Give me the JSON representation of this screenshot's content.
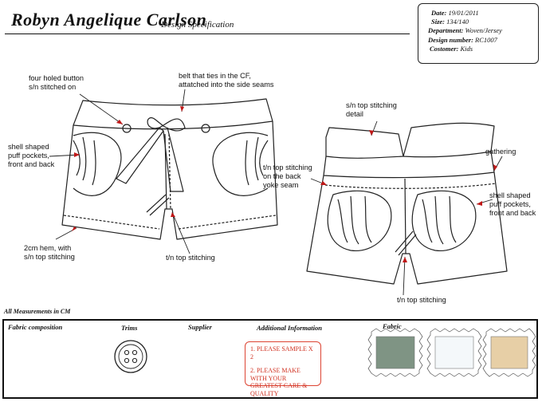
{
  "header": {
    "designer": "Robyn Angelique Carlson",
    "subtitle": "Design Specification"
  },
  "info": {
    "date_label": "Date:",
    "date": "19/01/2011",
    "size_label": "Size:",
    "size": "134/140",
    "department_label": "Department:",
    "department": "Woven/Jersey",
    "design_number_label": "Design number:",
    "design_number": "RC1007",
    "customer_label": "Costomer:",
    "customer": "Kids"
  },
  "annotations": {
    "button": [
      "four holed button",
      "s/n stitched on"
    ],
    "belt": [
      "belt that ties in the CF,",
      "attatched into the side seams"
    ],
    "pocket_front": [
      "shell shaped",
      "puff pockets,",
      "front and back"
    ],
    "hem": [
      "2cm hem, with",
      "s/n top stitching"
    ],
    "tn_front": "t/n top stitching",
    "sn_detail": [
      "s/n top stitching",
      "detail"
    ],
    "yoke": [
      "t/n top stitching",
      "on the back",
      "yoke seam"
    ],
    "gathering": "gathering",
    "pocket_back": [
      "shell shaped",
      "puff pockets,",
      "front and back"
    ],
    "tn_back": "t/n top stitching"
  },
  "footer": {
    "measurements_note": "All Measurements in CM",
    "fabric_composition": "Fabric composition",
    "trims": "Trims",
    "supplier": "Supplier",
    "additional_information": "Additional Information",
    "fabric": "Fabric",
    "note_1": "1. PLEASE SAMPLE X 2",
    "note_2": "2. PLEASE MAKE WITH YOUR GREATEST CARE & QUALITY",
    "swatch_colors": [
      "#7f9484",
      "#f4f8fa",
      "#e7cfa6"
    ],
    "note_color": "#d03020"
  }
}
